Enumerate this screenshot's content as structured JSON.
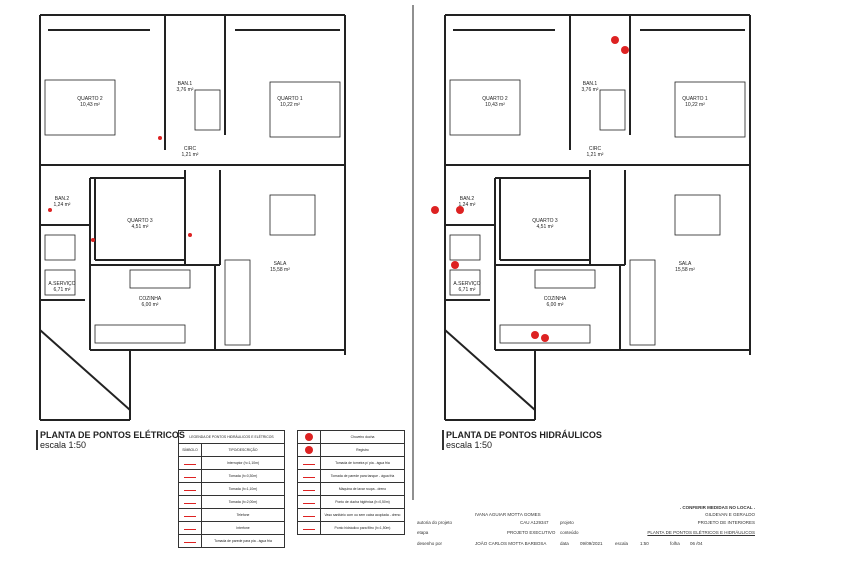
{
  "plans": [
    {
      "title": "PLANTA DE PONTOS ELÉTRICOS",
      "scale": "escala 1:50"
    },
    {
      "title": "PLANTA DE PONTOS HIDRÁULICOS",
      "scale": "escala 1:50"
    }
  ],
  "rooms": [
    {
      "name": "QUARTO 2",
      "area": "10,43 m²"
    },
    {
      "name": "QUARTO 1",
      "area": "10,22 m²"
    },
    {
      "name": "BAN.1",
      "area": "3,76 m²"
    },
    {
      "name": "CIRC",
      "area": "1,21 m²"
    },
    {
      "name": "BAN.2",
      "area": "1,24 m²"
    },
    {
      "name": "QUARTO 3",
      "area": "4,51 m²"
    },
    {
      "name": "SALA",
      "area": "15,58 m²"
    },
    {
      "name": "COZINHA",
      "area": "6,00 m²"
    },
    {
      "name": "A.SERVIÇO",
      "area": "6,71 m²"
    }
  ],
  "legend_left": {
    "header": "LEGENDA DE PONTOS HIDRÁULICOS E ELÉTRICOS",
    "col_symbol": "SÍMBOLO",
    "col_desc": "TIPO/DESCRIÇÃO",
    "rows": [
      "Interruptor (h=1,10m)",
      "Tomada (h=0,30m)",
      "Tomada (h=1,10m)",
      "Tomada (h=2,00m)",
      "Telefone",
      "Interfone",
      "Tomada de parede para pia - água fria"
    ]
  },
  "legend_right": {
    "rows": [
      "Chuveiro ducha",
      "Registro",
      "Tomada de torneira p/ pia - água fria",
      "Tomada de parede para tanque - água fria",
      "Máquina de lavar roupa - dreno",
      "Ponto de ducha higiênica (h=0,50m)",
      "Vaso sanitário com ou sem caixa acoplada - dreno",
      "Ponto hidráulico para filtro (h=1,50m)"
    ]
  },
  "title_block": {
    "note": ". CONFERIR MEDIDAS NO LOCAL .",
    "client": "GILDEVAN E GERALDO",
    "author": "IVANA AGUIAR MOTTA GOMES",
    "author_label": "autoria do projeto",
    "cau": "CAU A129347",
    "project_label": "projeto",
    "project": "PROJETO DE INTERIORES",
    "stage_label": "etapa",
    "stage": "PROJETO EXECUTIVO",
    "content_label": "conteúdo",
    "content": "PLANTA DE PONTOS ELÉTRICOS E HIDRÁULICOS",
    "drawn_label": "desenho por",
    "drawn": "JOÃO CARLOS MOTTA BARBOSA",
    "date_label": "data",
    "date": "09/09/2021",
    "scale_label": "escala",
    "scale": "1:50",
    "sheet_label": "folha",
    "sheet": "06 /04"
  },
  "colors": {
    "lines": "#222222",
    "marker": "#dd2222"
  }
}
